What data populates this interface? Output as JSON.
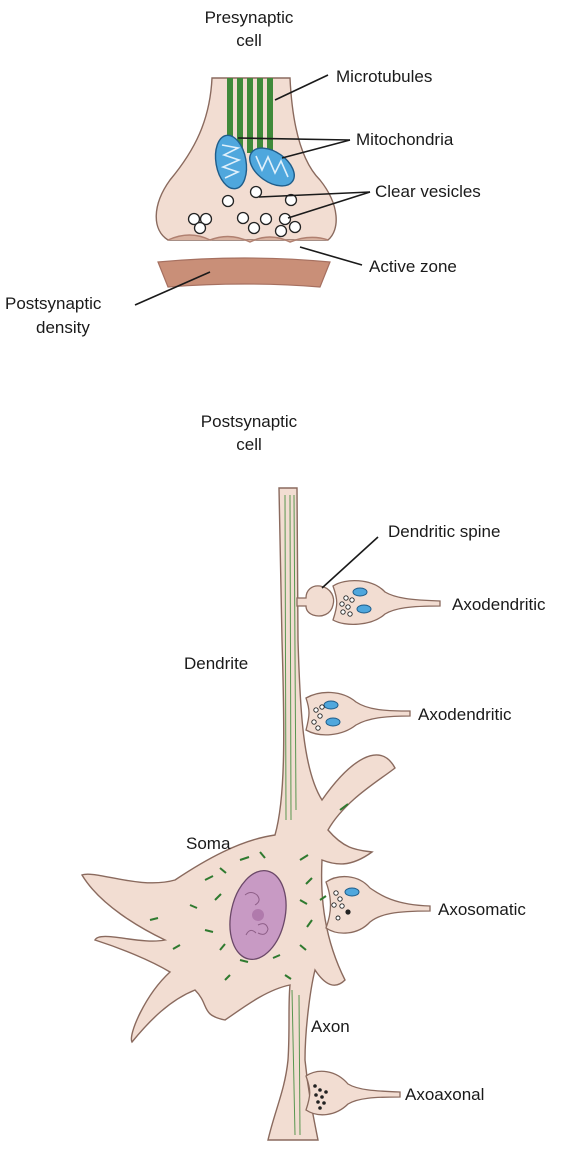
{
  "labels": {
    "presynaptic_line1": "Presynaptic",
    "presynaptic_line2": "cell",
    "microtubules": "Microtubules",
    "mitochondria": "Mitochondria",
    "clear_vesicles": "Clear vesicles",
    "active_zone": "Active zone",
    "postsynaptic_density_line1": "Postsynaptic",
    "postsynaptic_density_line2": "density",
    "postsynaptic_cell_line1": "Postsynaptic",
    "postsynaptic_cell_line2": "cell",
    "dendritic_spine": "Dendritic spine",
    "axodendritic_1": "Axodendritic",
    "dendrite": "Dendrite",
    "axodendritic_2": "Axodendritic",
    "soma": "Soma",
    "axosomatic": "Axosomatic",
    "axon": "Axon",
    "axoaxonal": "Axoaxonal"
  },
  "colors": {
    "cell_fill": "#f2ddd2",
    "cell_stroke": "#8a6a5e",
    "density_fill": "#c98f78",
    "microtubule_green": "#3f8a3a",
    "mito_fill": "#3f9ad6",
    "nucleus_fill": "#c89ac4",
    "outline": "#222222"
  }
}
